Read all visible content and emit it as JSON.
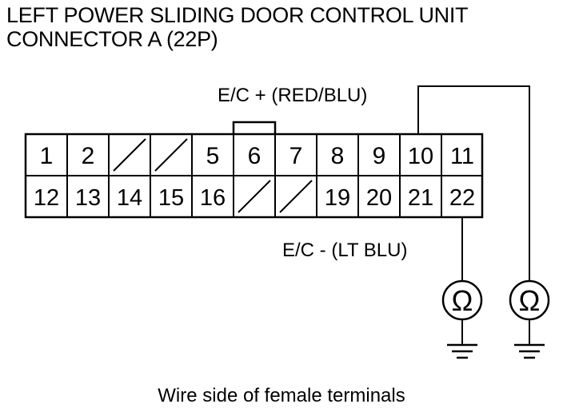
{
  "title_line1": "LEFT POWER SLIDING DOOR CONTROL UNIT",
  "title_line2": "CONNECTOR A (22P)",
  "ec_plus_label": "E/C +  (RED/BLU)",
  "ec_minus_label": "E/C -  (LT BLU)",
  "caption": "Wire side of female terminals",
  "row1": [
    "1",
    "2",
    "",
    "",
    "5",
    "6",
    "7",
    "8",
    "9",
    "10",
    "11"
  ],
  "row2": [
    "12",
    "13",
    "14",
    "15",
    "16",
    "",
    "",
    "19",
    "20",
    "21",
    "22"
  ],
  "ohmmeter_symbol": "Ω",
  "icons": [
    "ohmmeter-icon",
    "ground-icon"
  ]
}
